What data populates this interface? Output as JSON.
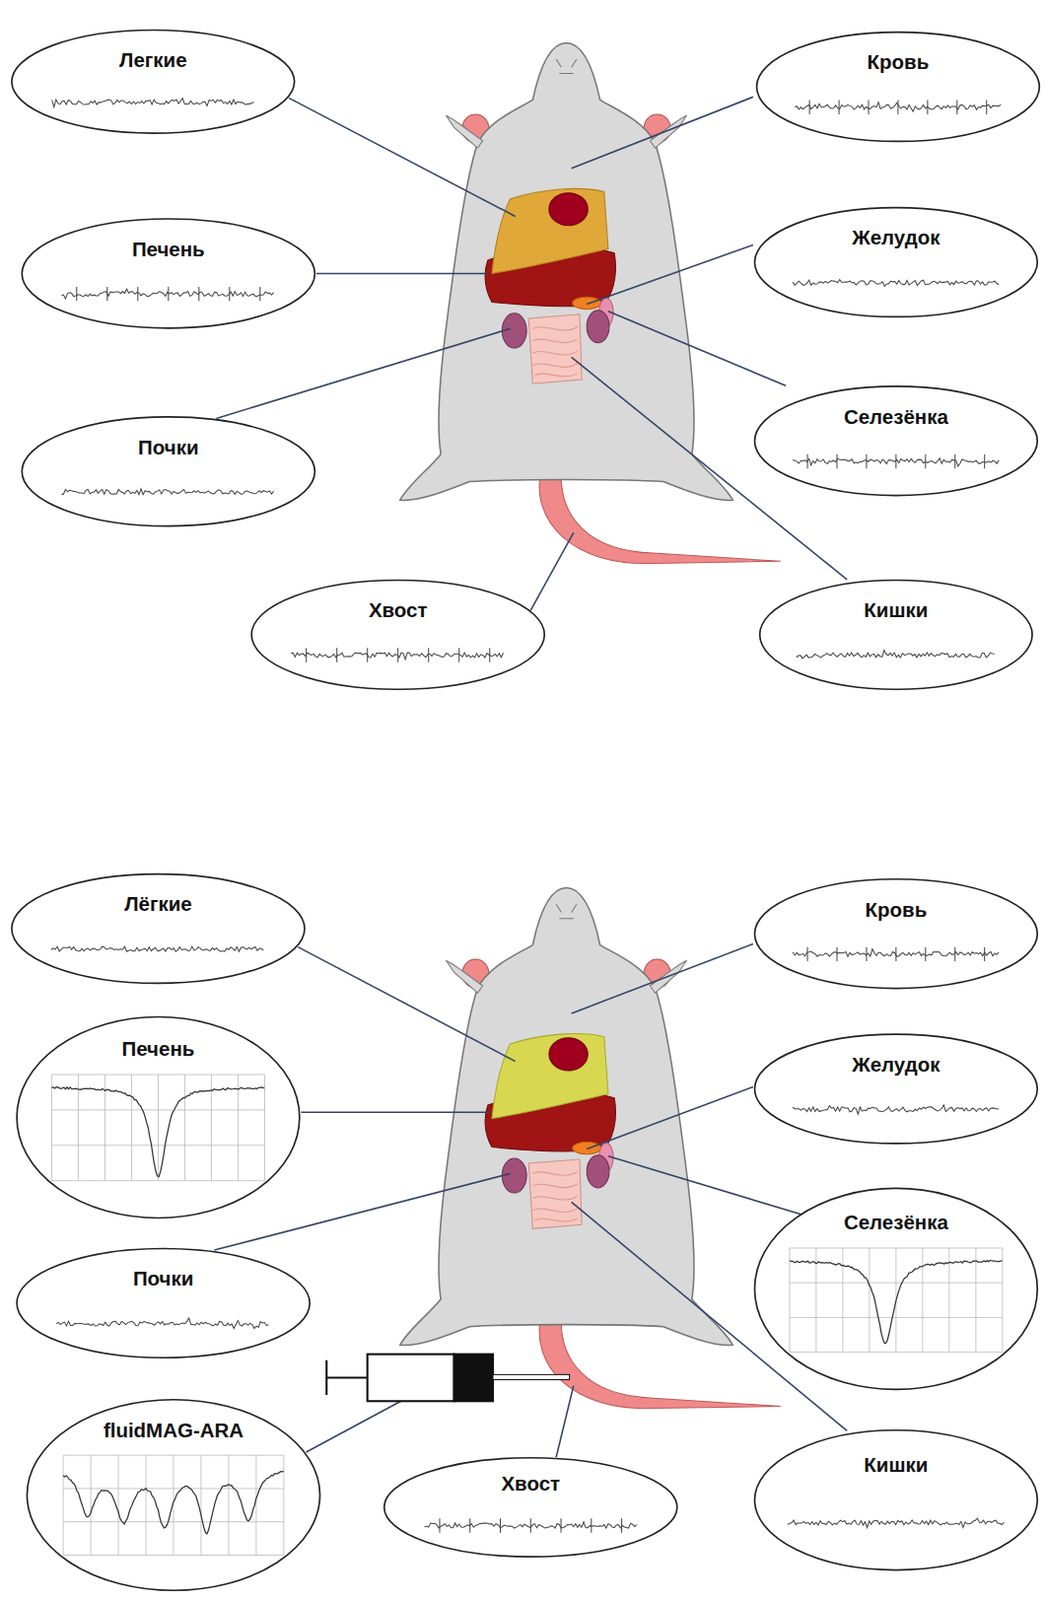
{
  "diagram": {
    "nodes": [
      {
        "text": [
          "Легкие"
        ]
      },
      {
        "text": [
          "Кровь"
        ]
      },
      {
        "text": [
          "Печень"
        ]
      },
      {
        "text": [
          "Желудок"
        ]
      },
      {
        "text": [
          "Селезёнка"
        ]
      },
      {
        "text": [
          "Почки"
        ]
      },
      {
        "text": [
          "Хвост"
        ]
      },
      {
        "text": [
          "Кишки"
        ]
      },
      {
        "text": [
          "Лёгкие"
        ]
      },
      {
        "text": [
          "Кровь"
        ]
      },
      {
        "text": [
          "Печень"
        ]
      },
      {
        "text": [
          "Желудок"
        ]
      },
      {
        "text": [
          "Селезёнка"
        ]
      },
      {
        "text": [
          "Почки"
        ]
      },
      {
        "text": [
          "fluidMAG-ARA"
        ]
      },
      {
        "text": [
          "Хвост"
        ]
      },
      {
        "text": [
          "Кишки"
        ]
      }
    ]
  }
}
